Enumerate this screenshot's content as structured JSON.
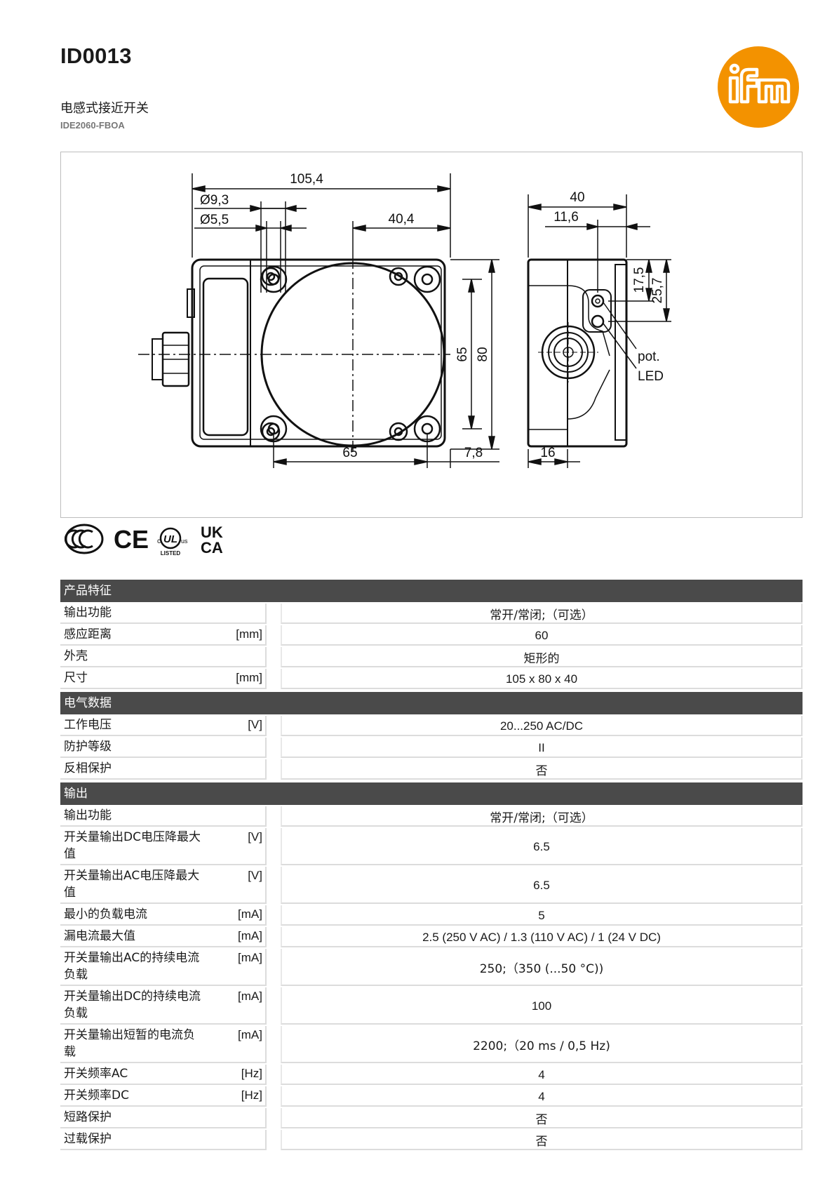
{
  "header": {
    "title": "ID0013",
    "subtitle": "电感式接近开关",
    "code": "IDE2060-FBOA"
  },
  "colors": {
    "brand": "#f39200",
    "section_header": "#4a4a4a"
  },
  "logo": {
    "icon": "ifm-logo",
    "text": "ifm"
  },
  "drawing": {
    "labels": {
      "d_overall_width": "105,4",
      "d_hole_large": "Ø9,3",
      "d_hole_small": "Ø5,5",
      "d_center_offset": "40,4",
      "d_height_inner": "65",
      "d_height_outer": "80",
      "d_bottom_pitch": "65",
      "d_bottom_edge": "7,8",
      "d_side_width": "40",
      "d_side_offset": "11,6",
      "d_side_pot": "17,5",
      "d_side_led": "25,7",
      "d_side_bottom": "16",
      "pot": "pot.",
      "led": "LED"
    }
  },
  "certifications": [
    "ccc-mark-icon",
    "ce-mark-icon",
    "cul-us-listed-icon",
    "ukca-mark-icon"
  ],
  "cert_text": {
    "ce": "CE",
    "ul_c": "c",
    "ul_us": "us",
    "ul": "UL",
    "ul_listed": "LISTED",
    "uk": "UK",
    "ca": "CA"
  },
  "sections": [
    {
      "title": "产品特征",
      "rows": [
        {
          "label": "输出功能",
          "unit": "",
          "value": "常开/常闭;（可选）"
        },
        {
          "label": "感应距离",
          "unit": "[mm]",
          "value": "60"
        },
        {
          "label": "外壳",
          "unit": "",
          "value": "矩形的"
        },
        {
          "label": "尺寸",
          "unit": "[mm]",
          "value": "105 x 80 x 40"
        }
      ]
    },
    {
      "title": "电气数据",
      "rows": [
        {
          "label": "工作电压",
          "unit": "[V]",
          "value": "20...250 AC/DC"
        },
        {
          "label": "防护等级",
          "unit": "",
          "value": "II"
        },
        {
          "label": "反相保护",
          "unit": "",
          "value": "否"
        }
      ]
    },
    {
      "title": "输出",
      "rows": [
        {
          "label": "输出功能",
          "unit": "",
          "value": "常开/常闭;（可选）"
        },
        {
          "label": "开关量输出DC电压降最大值",
          "unit": "[V]",
          "value": "6.5"
        },
        {
          "label": "开关量输出AC电压降最大值",
          "unit": "[V]",
          "value": "6.5"
        },
        {
          "label": "最小的负载电流",
          "unit": "[mA]",
          "value": "5"
        },
        {
          "label": "漏电流最大值",
          "unit": "[mA]",
          "value": "2.5 (250 V AC) / 1.3 (110 V AC) / 1 (24 V DC)"
        },
        {
          "label": "开关量输出AC的持续电流负载",
          "unit": "[mA]",
          "value": "250;（350 (...50 °C))"
        },
        {
          "label": "开关量输出DC的持续电流负载",
          "unit": "[mA]",
          "value": "100"
        },
        {
          "label": "开关量输出短暂的电流负载",
          "unit": "[mA]",
          "value": "2200;（20 ms / 0,5 Hz)"
        },
        {
          "label": "开关频率AC",
          "unit": "[Hz]",
          "value": "4"
        },
        {
          "label": "开关频率DC",
          "unit": "[Hz]",
          "value": "4"
        },
        {
          "label": "短路保护",
          "unit": "",
          "value": "否"
        },
        {
          "label": "过载保护",
          "unit": "",
          "value": "否"
        }
      ]
    }
  ]
}
